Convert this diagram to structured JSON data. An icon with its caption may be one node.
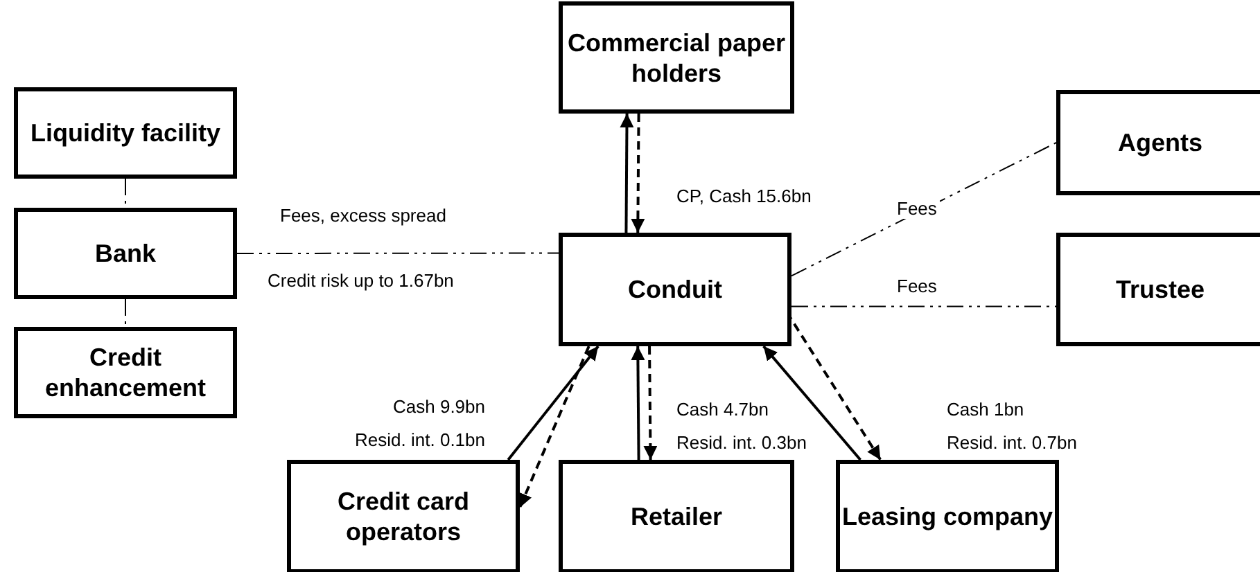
{
  "diagram": {
    "nodes": [
      {
        "text": [
          "Liquidity facility"
        ]
      },
      {
        "text": [
          "Bank"
        ]
      },
      {
        "text": [
          "Credit enhancement"
        ]
      },
      {
        "text": [
          "Commercial paper holders"
        ]
      },
      {
        "text": [
          "Conduit"
        ]
      },
      {
        "text": [
          "Agents"
        ]
      },
      {
        "text": [
          "Trustee"
        ]
      },
      {
        "text": [
          "Credit card operators"
        ]
      },
      {
        "text": [
          "Retailer"
        ]
      },
      {
        "text": [
          "Leasing company"
        ]
      }
    ],
    "edges": [
      {
        "from": 0,
        "to": 1,
        "arrow": "none",
        "style": "dashed"
      },
      {
        "from": 1,
        "to": 2,
        "arrow": "none",
        "style": "dashed"
      },
      {
        "from": 1,
        "to": 4,
        "arrow": "none",
        "style": "dashed",
        "label": "Fees, excess spread"
      },
      {
        "from": 4,
        "to": 5,
        "arrow": "none",
        "style": "dashed",
        "label": "Fees"
      },
      {
        "from": 4,
        "to": 6,
        "arrow": "none",
        "style": "dashed",
        "label": "Fees"
      },
      {
        "from": 4,
        "to": 3,
        "arrow": "to"
      },
      {
        "from": 3,
        "to": 4,
        "arrow": "to",
        "style": "dashed"
      },
      {
        "from": 7,
        "to": 4,
        "arrow": "to"
      },
      {
        "from": 4,
        "to": 7,
        "arrow": "to",
        "style": "dashed"
      },
      {
        "from": 8,
        "to": 4,
        "arrow": "to"
      },
      {
        "from": 4,
        "to": 8,
        "arrow": "to",
        "style": "dashed"
      },
      {
        "from": 9,
        "to": 4,
        "arrow": "to"
      },
      {
        "from": 4,
        "to": 9,
        "arrow": "to",
        "style": "dashed"
      }
    ],
    "labels": [
      "CP, Cash 15.6bn",
      "Credit risk up to 1.67bn",
      "Cash 9.9bn",
      "Resid. int. 0.1bn",
      "Cash 4.7bn",
      "Resid. int. 0.3bn",
      "Cash 1bn",
      "Resid. int. 0.7bn"
    ]
  }
}
